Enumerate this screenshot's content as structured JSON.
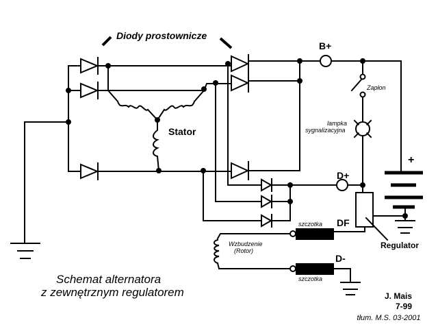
{
  "diagram": {
    "title_line1": "Schemat alternatora",
    "title_line2": "z zewnętrznym regulatorem",
    "labels": {
      "rectifier_diodes": "Diody prostownicze",
      "stator": "Stator",
      "b_plus": "B+",
      "d_plus": "D+",
      "d_minus": "D-",
      "df": "DF",
      "ignition": "Zapłon",
      "warning_lamp_line1": "lampka",
      "warning_lamp_line2": "sygnalizacyjna",
      "excitation_line1": "Wzbudzenie",
      "excitation_line2": "(Rotor)",
      "brush_top": "szczotka",
      "brush_bottom": "szczotka",
      "regulator": "Regulator",
      "battery_plus": "+"
    },
    "credits": {
      "author": "J. Mais",
      "date": "7-99",
      "translation": "tłum. M.S. 03-2001"
    }
  }
}
